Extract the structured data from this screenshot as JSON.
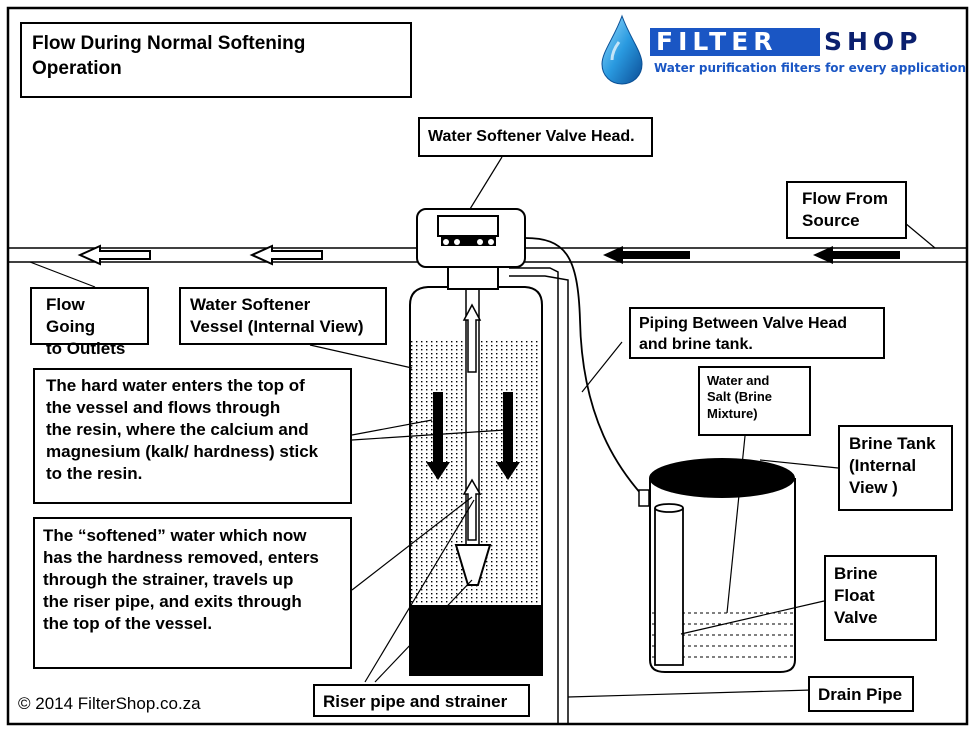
{
  "title": [
    "Flow During Normal Softening",
    "Operation"
  ],
  "logo": {
    "name_part1": "FILTER",
    "name_part2": "SHOP",
    "tagline": "Water purification filters for every application",
    "icon": "water-drop-icon",
    "colors": {
      "blue": "#1a56c4",
      "dark": "#0a1f6e",
      "drop": "#1c8fd8"
    }
  },
  "labels": {
    "valve_head": [
      "Water Softener Valve Head."
    ],
    "flow_from_source": [
      "Flow From",
      "Source"
    ],
    "flow_to_outlets": [
      "Flow Going",
      "to Outlets"
    ],
    "vessel": [
      "Water Softener",
      "Vessel (Internal View)"
    ],
    "piping": [
      "Piping Between Valve Head",
      "and brine tank."
    ],
    "brine_mixture": [
      "Water and",
      "Salt  (Brine",
      "Mixture)"
    ],
    "brine_tank": [
      "Brine Tank",
      "(Internal",
      "View )"
    ],
    "hard_water": [
      "The hard water enters the top of",
      "the vessel  and  flows through",
      "the resin, where the calcium and",
      "magnesium (kalk/ hardness) stick",
      "to the resin."
    ],
    "softened": [
      "The “softened” water which now",
      "has the hardness removed, enters",
      "through the strainer, travels up",
      "the riser pipe, and exits through",
      "the top of the vessel."
    ],
    "float_valve": [
      "Brine",
      "Float",
      "Valve"
    ],
    "riser": [
      "Riser pipe and strainer"
    ],
    "drain": [
      "Drain Pipe"
    ]
  },
  "copyright": "© 2014 FilterShop.co.za"
}
